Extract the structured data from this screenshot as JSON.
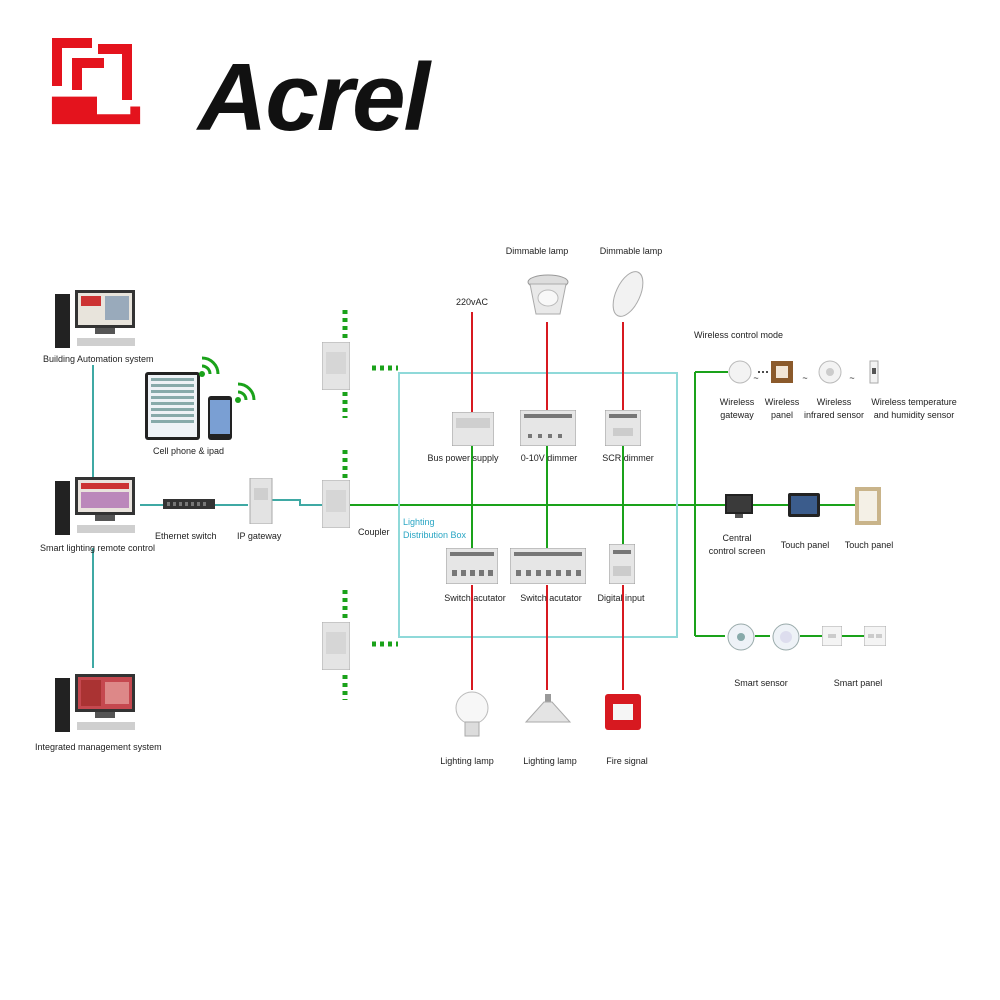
{
  "brand": {
    "name": "Acrel",
    "color": "#e4131d"
  },
  "colors": {
    "bus_green": "#1aa21a",
    "power_red": "#d71920",
    "link_teal": "#3fa9a4",
    "box_cyan": "#8fd9d9"
  },
  "left_column": {
    "bas": "Building Automation system",
    "phone": "Cell phone & ipad",
    "remote": "Smart lighting remote control",
    "ethernet": "Ethernet switch",
    "ipgw": "IP gateway",
    "ims": "Integrated management system"
  },
  "coupler": "Coupler",
  "box": {
    "line1": "Lighting",
    "line2": "Distribution Box"
  },
  "top_feeds": {
    "v220": "220vAC",
    "dim1": "Dimmable lamp",
    "dim2": "Dimmable lamp"
  },
  "modules": {
    "bus_power": "Bus power supply",
    "dimmer010": "0-10V dimmer",
    "scr": "SCR dimmer",
    "sw1": "Switch acutator",
    "sw2": "Switch acutator",
    "digital": "Digital input"
  },
  "bottom_loads": {
    "lamp1": "Lighting lamp",
    "lamp2": "Lighting lamp",
    "fire": "Fire signal"
  },
  "wireless": {
    "mode": "Wireless control mode",
    "gateway": [
      "Wireless",
      "gateway"
    ],
    "panel": [
      "Wireless",
      "panel"
    ],
    "infrared": [
      "Wireless",
      "infrared sensor"
    ],
    "temp": [
      "Wireless temperature",
      "and humidity sensor"
    ]
  },
  "screens": {
    "central": [
      "Central",
      "control screen"
    ],
    "touch1": "Touch panel",
    "touch2": "Touch panel"
  },
  "smart": {
    "sensor": "Smart sensor",
    "panel": "Smart panel"
  }
}
